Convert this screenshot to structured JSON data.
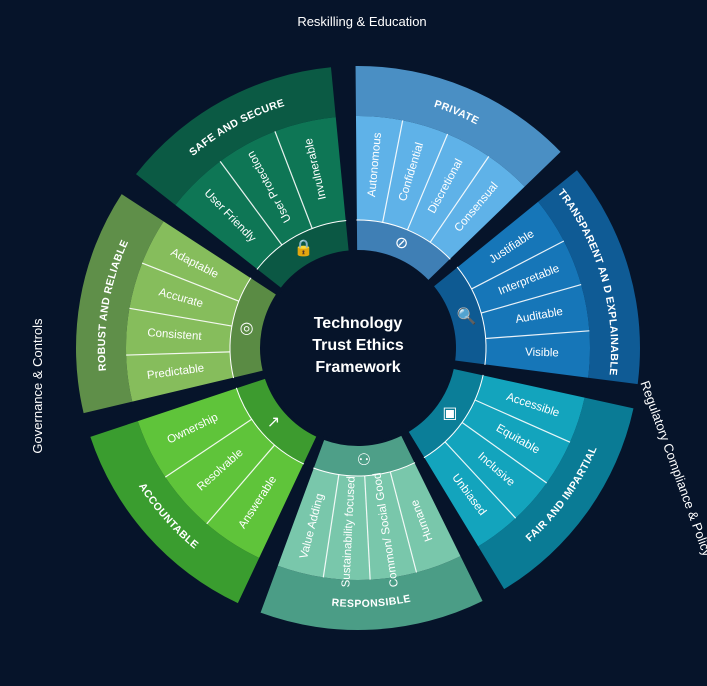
{
  "center_title": [
    "Technology",
    "Trust Ethics",
    "Framework"
  ],
  "outer_labels": {
    "top": "Reskilling & Education",
    "left": "Governance & Controls",
    "right": "Regulatory Compliance & Policy"
  },
  "segments": [
    {
      "key": "private",
      "name": "PRIVATE",
      "icon": "eye-slash-icon",
      "color_outer": "#4a8fc4",
      "color_inner": "#5fb2e8",
      "color_hub": "#3f7fb5",
      "items": [
        "Autonomous",
        "Confidential",
        "Discretional",
        "Consensual"
      ]
    },
    {
      "key": "transparent",
      "name": "TRANSPARENT AN D EXPLAINABLE",
      "icon": "document-search-icon",
      "color_outer": "#0f5b95",
      "color_inner": "#1676b8",
      "color_hub": "#0e5a92",
      "items": [
        "Justifiable",
        "Interpretable",
        "Auditable",
        "Visible"
      ]
    },
    {
      "key": "fair",
      "name": "FAIR AND IMPARTIAL",
      "icon": "layers-icon",
      "color_outer": "#0a7b95",
      "color_inner": "#13a4bd",
      "color_hub": "#0b7e98",
      "items": [
        "Accessible",
        "Equitable",
        "Inclusive",
        "Unbiased"
      ]
    },
    {
      "key": "responsible",
      "name": "RESPONSIBLE",
      "icon": "network-people-icon",
      "color_outer": "#4b9d86",
      "color_inner": "#79c7ab",
      "color_hub": "#4e9f88",
      "items": [
        "Humane",
        "Common/ Social Good",
        "Sustainability focused",
        "Value Adding"
      ]
    },
    {
      "key": "accountable",
      "name": "ACCOUNTABLE",
      "icon": "chart-up-icon",
      "color_outer": "#3a9d2f",
      "color_inner": "#5fc43a",
      "color_hub": "#3d9b2f",
      "items": [
        "Answerable",
        "Resolvable",
        "Ownership"
      ]
    },
    {
      "key": "robust",
      "name": "ROBUST AND RELIABLE",
      "icon": "target-icon",
      "color_outer": "#5f8f49",
      "color_inner": "#86bd5c",
      "color_hub": "#5a8b44",
      "items": [
        "Predictable",
        "Consistent",
        "Accurate",
        "Adaptable"
      ]
    },
    {
      "key": "safe",
      "name": "SAFE AND SECURE",
      "icon": "lock-icon",
      "color_outer": "#0b5a44",
      "color_inner": "#0e7655",
      "color_hub": "#0b5844",
      "items": [
        "User Friendly",
        "User Protection",
        "Invulnerable"
      ]
    }
  ]
}
